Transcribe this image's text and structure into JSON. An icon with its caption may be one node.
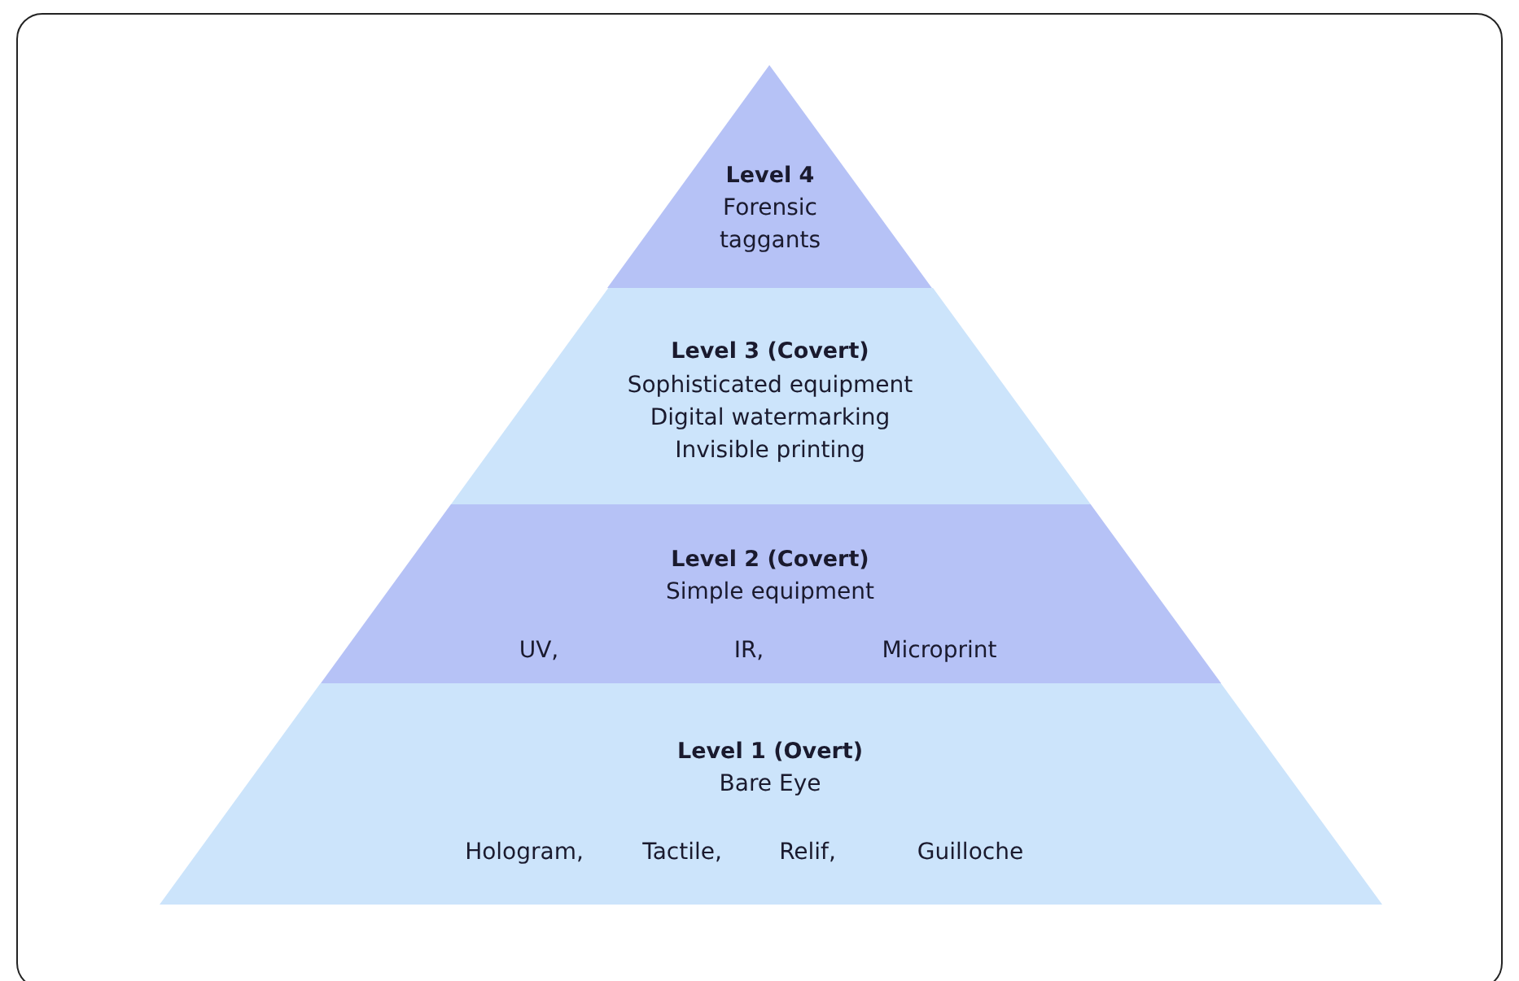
{
  "diagram": {
    "nodes": [
      {
        "text": [
          "Level 4",
          "Forensic taggants"
        ]
      },
      {
        "text": [
          "Level 3 (Covert)",
          "Sophisticated equipment",
          "Digital watermarking",
          "Invisible printing"
        ]
      },
      {
        "text": [
          "Level 2 (Covert)",
          "Simple equipment",
          "UV,",
          "IR,",
          "Microprint"
        ]
      },
      {
        "text": [
          "Level 1 (Overt)",
          "Bare Eye",
          "Hologram,",
          "Tactile,",
          "Relif,",
          "Guilloche"
        ]
      }
    ]
  }
}
